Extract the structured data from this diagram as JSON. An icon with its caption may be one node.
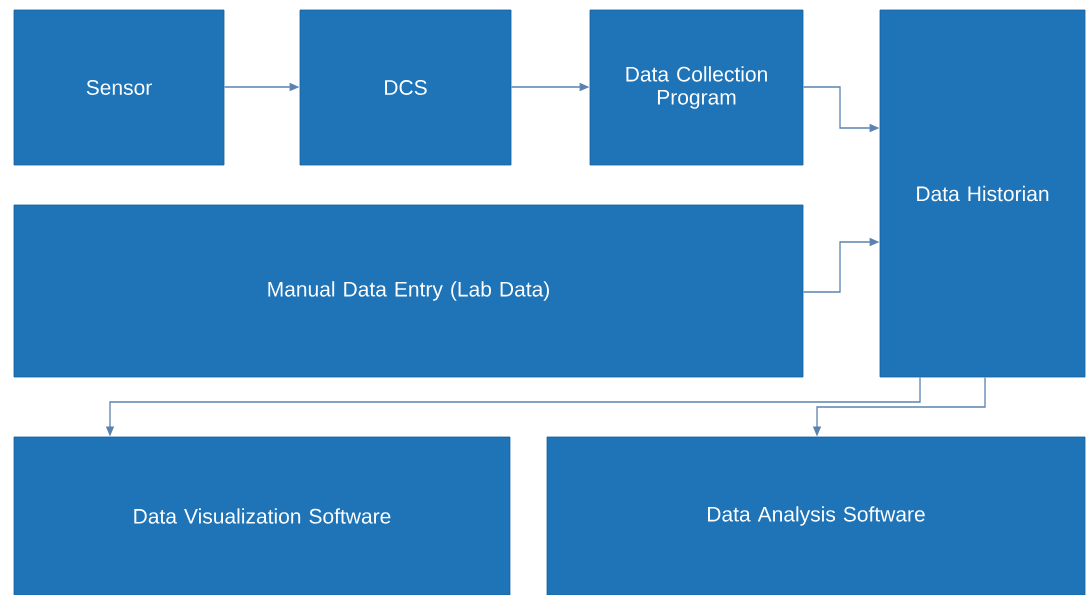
{
  "diagram": {
    "nodes": [
      {
        "text": [
          "Sensor"
        ]
      },
      {
        "text": [
          "DCS"
        ]
      },
      {
        "text": [
          "Data Collection Program"
        ]
      },
      {
        "text": [
          "Data Historian"
        ]
      },
      {
        "text": [
          "Manual Data Entry (Lab Data)"
        ]
      },
      {
        "text": [
          "Data Visualization Software"
        ]
      },
      {
        "text": [
          "Data Analysis Software"
        ]
      }
    ],
    "edges": [
      {
        "from": 0,
        "to": 1,
        "arrow": "to"
      },
      {
        "from": 1,
        "to": 2,
        "arrow": "to"
      },
      {
        "from": 2,
        "to": 3,
        "arrow": "to"
      },
      {
        "from": 4,
        "to": 3,
        "arrow": "to"
      },
      {
        "from": 3,
        "to": 5,
        "arrow": "to"
      },
      {
        "from": 3,
        "to": 6,
        "arrow": "to"
      }
    ]
  }
}
